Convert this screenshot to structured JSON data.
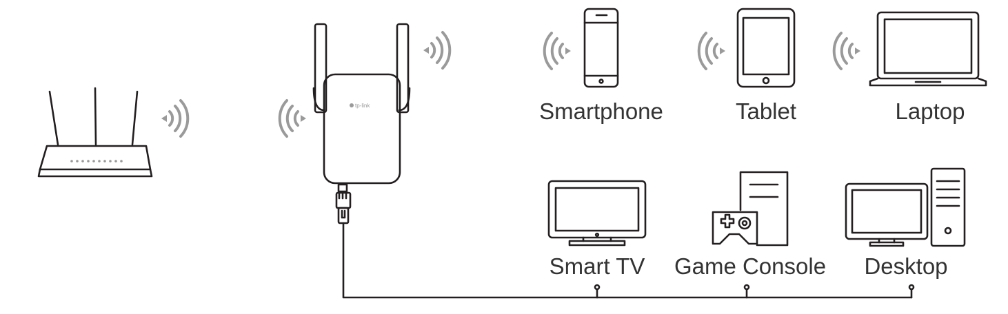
{
  "devices": {
    "router": {
      "icon": "wireless-router-icon"
    },
    "extender": {
      "icon": "range-extender-icon",
      "brand": "tp-link"
    },
    "ethernet": {
      "icon": "ethernet-cable-icon"
    },
    "smartphone": {
      "icon": "smartphone-icon",
      "label": "Smartphone"
    },
    "tablet": {
      "icon": "tablet-icon",
      "label": "Tablet"
    },
    "laptop": {
      "icon": "laptop-icon",
      "label": "Laptop"
    },
    "smart_tv": {
      "icon": "smart-tv-icon",
      "label": "Smart TV"
    },
    "game_console": {
      "icon": "game-console-icon",
      "label": "Game Console"
    },
    "desktop": {
      "icon": "desktop-computer-icon",
      "label": "Desktop"
    }
  },
  "colors": {
    "line": "#231f20",
    "wave": "#9a9a9a",
    "text": "#333333"
  }
}
